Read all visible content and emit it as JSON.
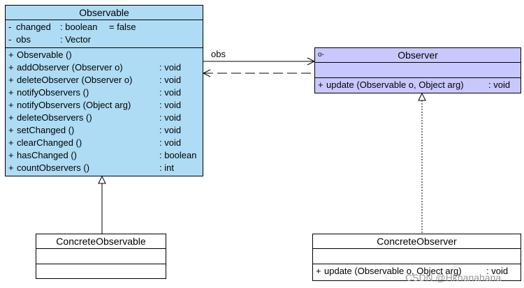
{
  "observable": {
    "title": "Observable",
    "attributes": [
      {
        "vis": "-",
        "name": "changed",
        "type": ": boolean",
        "default": "= false"
      },
      {
        "vis": "-",
        "name": "obs",
        "type": ": Vector",
        "default": ""
      }
    ],
    "methods": [
      {
        "vis": "+",
        "sig": "Observable ()",
        "ret": ""
      },
      {
        "vis": "+",
        "sig": "addObserver (Observer o)",
        "ret": ": void"
      },
      {
        "vis": "+",
        "sig": "deleteObserver (Observer o)",
        "ret": ": void"
      },
      {
        "vis": "+",
        "sig": "notifyObservers ()",
        "ret": ": void"
      },
      {
        "vis": "+",
        "sig": "notifyObservers (Object arg)",
        "ret": ": void"
      },
      {
        "vis": "+",
        "sig": "deleteObservers ()",
        "ret": ": void"
      },
      {
        "vis": "+",
        "sig": "setChanged ()",
        "ret": ": void"
      },
      {
        "vis": "+",
        "sig": "clearChanged ()",
        "ret": ": void"
      },
      {
        "vis": "+",
        "sig": "hasChanged ()",
        "ret": ": boolean"
      },
      {
        "vis": "+",
        "sig": "countObservers ()",
        "ret": ": int"
      }
    ]
  },
  "observer": {
    "title": "Observer",
    "stereotype": "o-",
    "methods": [
      {
        "vis": "+",
        "sig": "update (Observable o, Object arg)",
        "ret": ": void"
      }
    ]
  },
  "concrete_observable": {
    "title": "ConcreteObservable"
  },
  "concrete_observer": {
    "title": "ConcreteObserver",
    "methods": [
      {
        "vis": "+",
        "sig": "update (Observable o, Object arg)",
        "ret": ": void"
      }
    ]
  },
  "association_label": "obs",
  "watermark": "CSDN @Hkhanahana",
  "colors": {
    "observable_fill": "#aedcf5",
    "observer_fill": "#c8c8ff",
    "line": "#000000"
  }
}
